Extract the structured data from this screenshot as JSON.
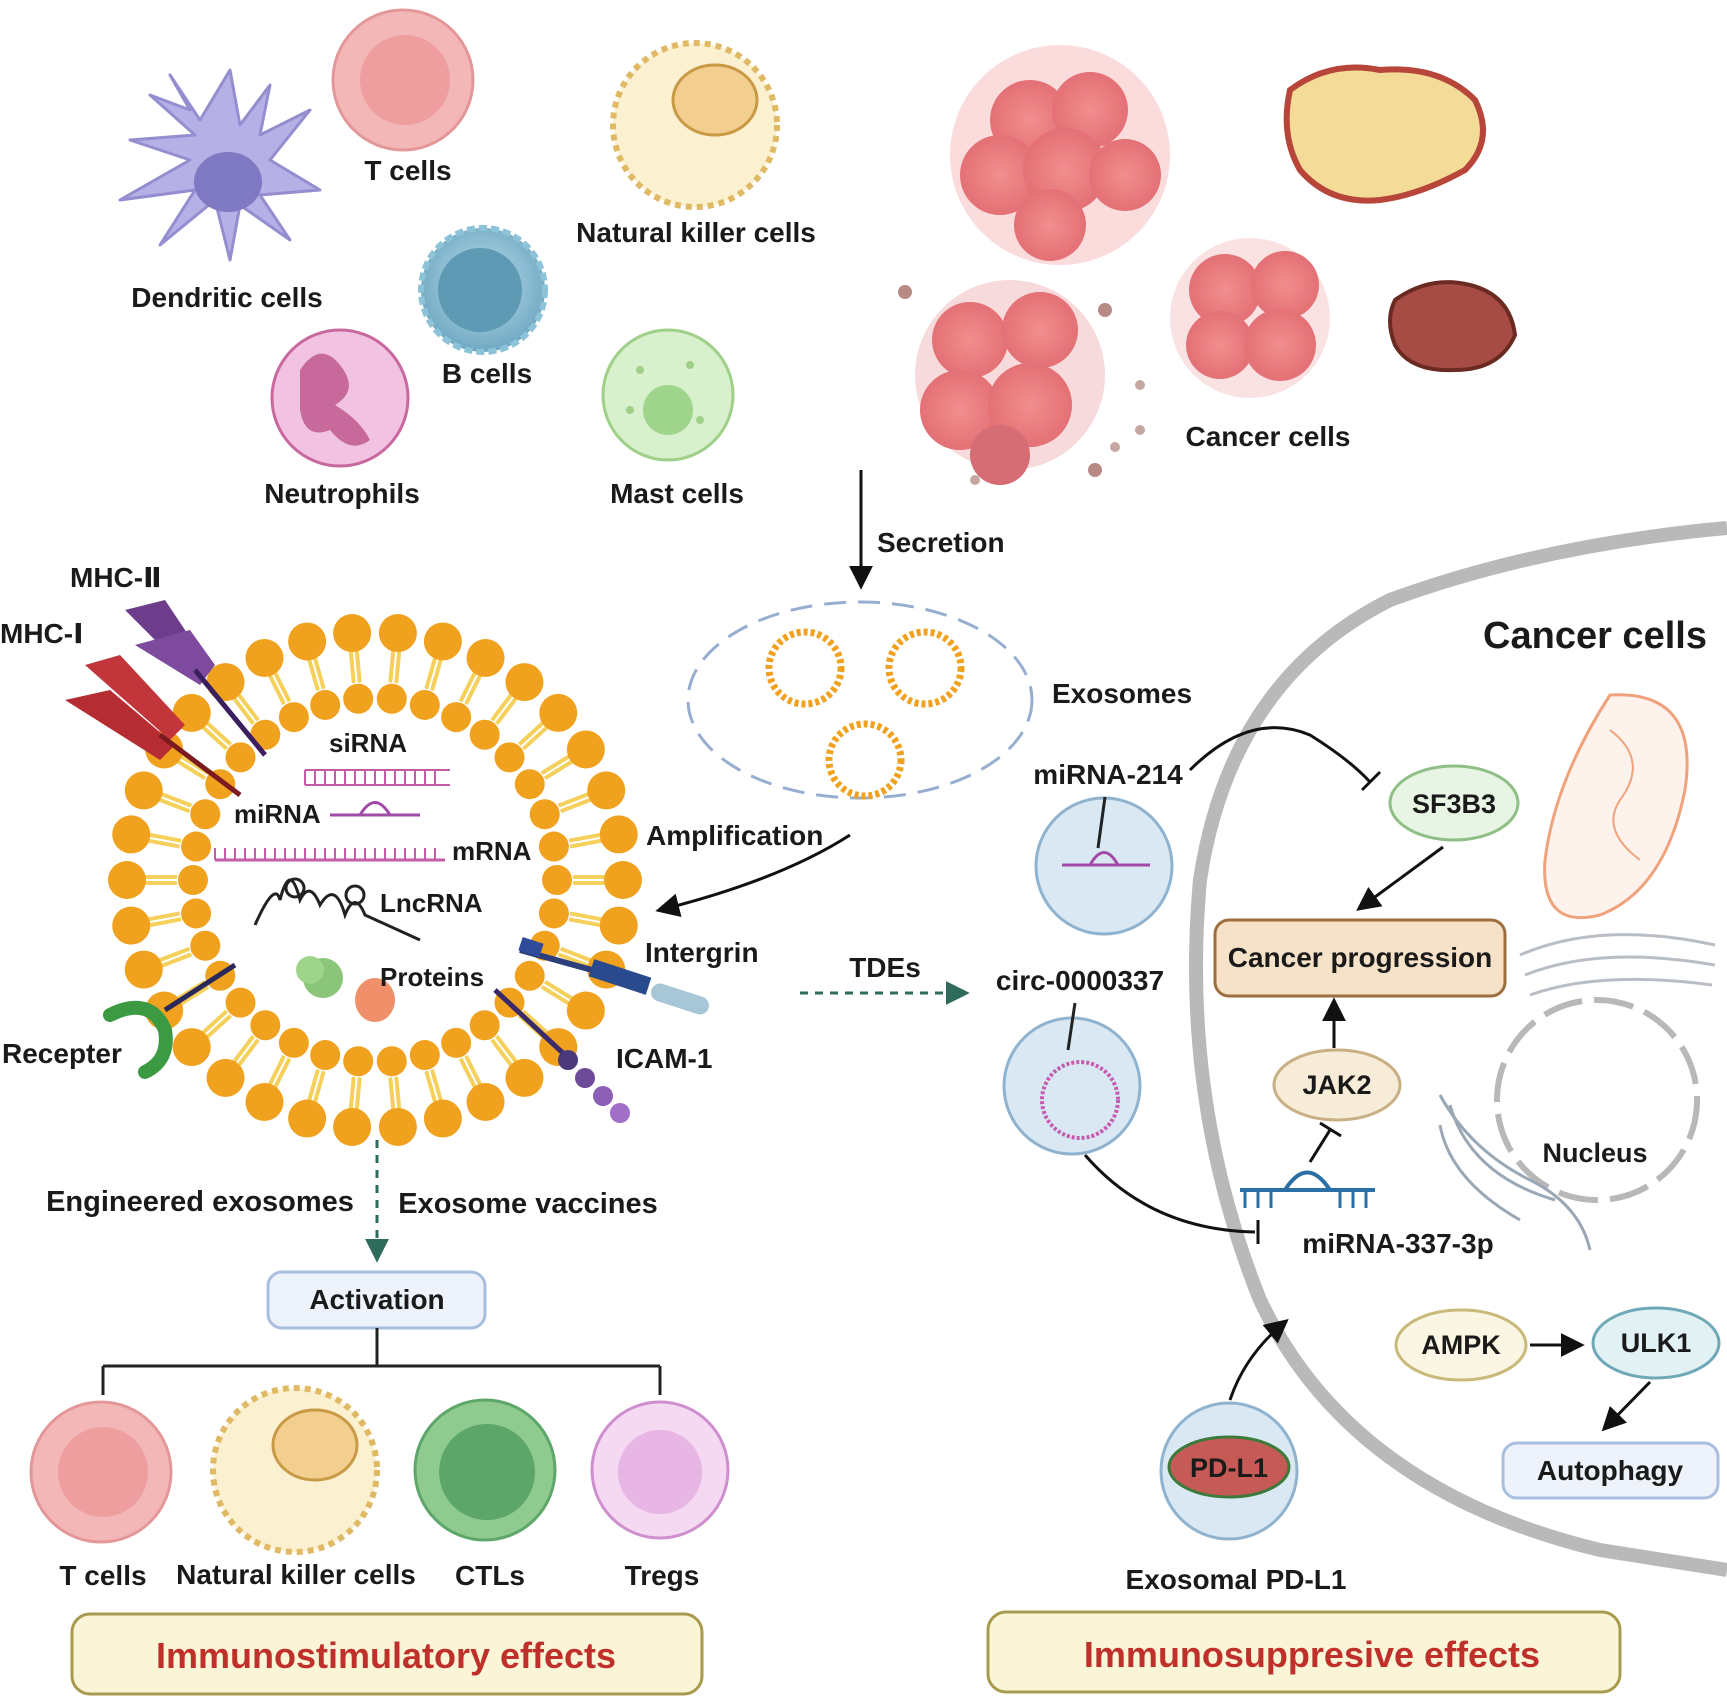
{
  "immune_cells": {
    "dendritic": "Dendritic cells",
    "t_cells": "T cells",
    "nk_cells": "Natural killer cells",
    "b_cells": "B cells",
    "neutrophils": "Neutrophils",
    "mast_cells": "Mast cells"
  },
  "cancer_top": {
    "label": "Cancer cells"
  },
  "secretion": {
    "label": "Secretion"
  },
  "exosomes": {
    "label": "Exosomes",
    "amplification": "Amplification"
  },
  "exosome_structure": {
    "mhc2": "MHC-Ⅱ",
    "mhc1": "MHC-Ⅰ",
    "sirna": "siRNA",
    "mirna": "miRNA",
    "mrna": "mRNA",
    "lncrna": "LncRNA",
    "proteins": "Proteins",
    "intergrin": "Intergrin",
    "icam1": "ICAM-1",
    "recepter": "Recepter"
  },
  "lower_left": {
    "engineered": "Engineered exosomes",
    "vaccines": "Exosome vaccines",
    "activation": "Activation",
    "t_cells": "T cells",
    "nk_cells": "Natural killer cells",
    "ctls": "CTLs",
    "tregs": "Tregs",
    "effect": "Immunostimulatory effects"
  },
  "right_panel": {
    "tdes": "TDEs",
    "cancer_cells": "Cancer cells",
    "mirna214": "miRNA-214",
    "sf3b3": "SF3B3",
    "progression": "Cancer progression",
    "circ": "circ-0000337",
    "jak2": "JAK2",
    "mirna337": "miRNA-337-3p",
    "nucleus": "Nucleus",
    "ampk": "AMPK",
    "ulk1": "ULK1",
    "autophagy": "Autophagy",
    "pdl1": "PD-L1",
    "exosomal_pdl1": "Exosomal PD-L1",
    "effect": "Immunosuppresive effects"
  },
  "colors": {
    "lipid_head": "#f0a11e",
    "lipid_tail": "#f5d05a",
    "effect_text": "#c0302a",
    "effect_box": "#fbf5d8",
    "effect_box_border": "#a89a4e",
    "cell_membrane": "#b9b9b9"
  }
}
